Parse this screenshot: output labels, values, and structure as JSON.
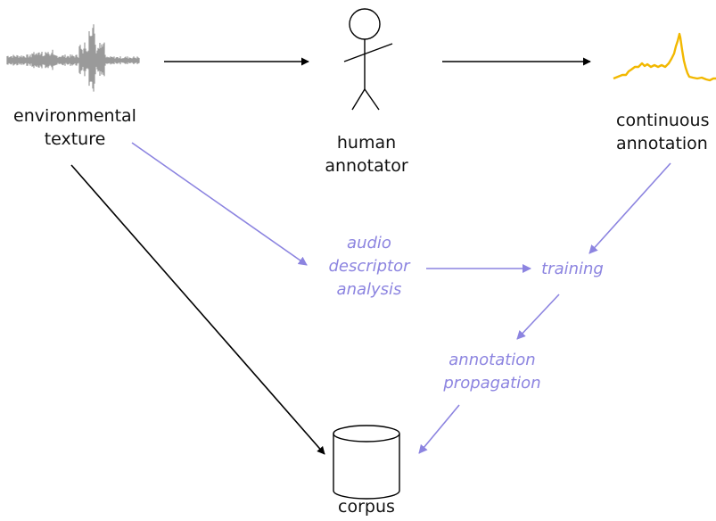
{
  "nodes": {
    "environmental_texture": {
      "line1": "environmental",
      "line2": "texture"
    },
    "human_annotator": {
      "line1": "human",
      "line2": "annotator"
    },
    "continuous_annotation": {
      "line1": "continuous",
      "line2": "annotation"
    },
    "audio_descriptor_analysis": {
      "line1": "audio",
      "line2": "descriptor",
      "line3": "analysis"
    },
    "training": {
      "line1": "training"
    },
    "annotation_propagation": {
      "line1": "annotation",
      "line2": "propagation"
    },
    "corpus": {
      "line1": "corpus"
    }
  },
  "colors": {
    "human_flow": "#000000",
    "machine_flow": "#8c84e0",
    "waveform": "#9a9a9a",
    "annotation_curve": "#f2b800"
  },
  "icons": {
    "waveform": "waveform-icon",
    "annotator": "stick-figure-icon",
    "annotation": "annotation-curve-icon",
    "corpus": "database-cylinder-icon"
  }
}
